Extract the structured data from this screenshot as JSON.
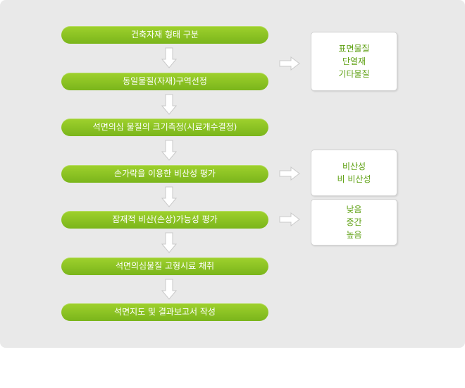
{
  "steps": [
    "건축자재 형태 구분",
    "동일물질(자재)구역선정",
    "석면의심 물질의 크기측정(시료개수결정)",
    "손가락을 이용한 비산성 평가",
    "잠재적 비산(손상)가능성 평가",
    "석면의심물질 고형시료 채취",
    "석면지도 및 결과보고서 작성"
  ],
  "side_boxes": {
    "materials": [
      "표면물질",
      "단열재",
      "기타물질"
    ],
    "friability": [
      "비산성",
      "비 비산성"
    ],
    "potential": [
      "낮음",
      "중간",
      "높음"
    ]
  },
  "colors": {
    "step_fill": "#8cc422",
    "arrow_fill": "#ffffff",
    "arrow_stroke": "#c9c9c9",
    "box_text": "#5ea012",
    "panel_bg": "#e9e9e9"
  }
}
